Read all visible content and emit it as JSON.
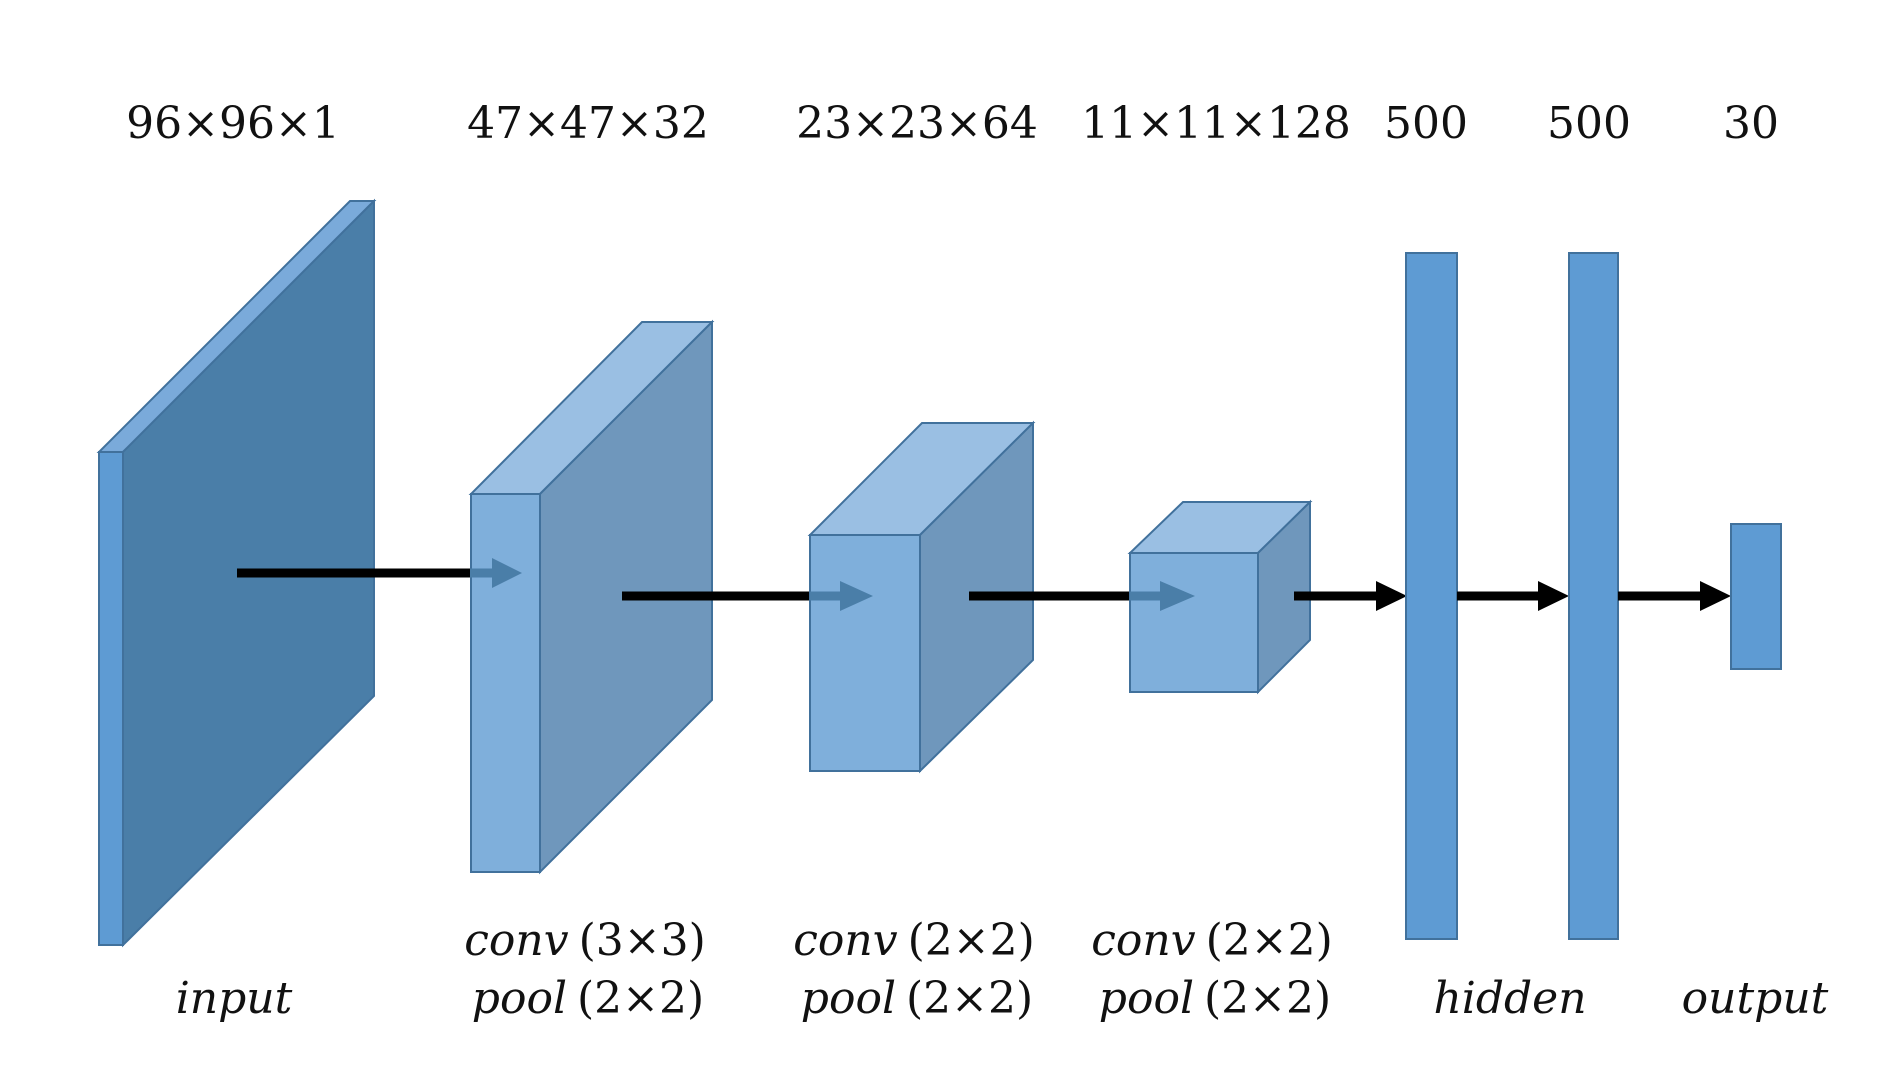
{
  "colors": {
    "face_light": "#7FAFDB",
    "face_dark": "#4A7EA8",
    "top": "#9ABFE3",
    "side": "#6F97BC",
    "edge_bar": "#5E9BD3",
    "stroke": "#41719C",
    "arrow": "#000000",
    "inner_arrow": "#4A7EA8"
  },
  "layers": [
    {
      "dims": "96×96×1",
      "name": "input",
      "op": "",
      "pool": ""
    },
    {
      "dims": "47×47×32",
      "name": "",
      "op": "conv",
      "op_size": "(3×3)",
      "pool": "pool",
      "pool_size": "(2×2)"
    },
    {
      "dims": "23×23×64",
      "name": "",
      "op": "conv",
      "op_size": "(2×2)",
      "pool": "pool",
      "pool_size": "(2×2)"
    },
    {
      "dims": "11×11×128",
      "name": "",
      "op": "conv",
      "op_size": "(2×2)",
      "pool": "pool",
      "pool_size": "(2×2)"
    },
    {
      "dims": "500",
      "name": ""
    },
    {
      "dims": "500",
      "name": ""
    },
    {
      "dims": "30",
      "name": "output"
    }
  ],
  "hidden_label": "hidden"
}
